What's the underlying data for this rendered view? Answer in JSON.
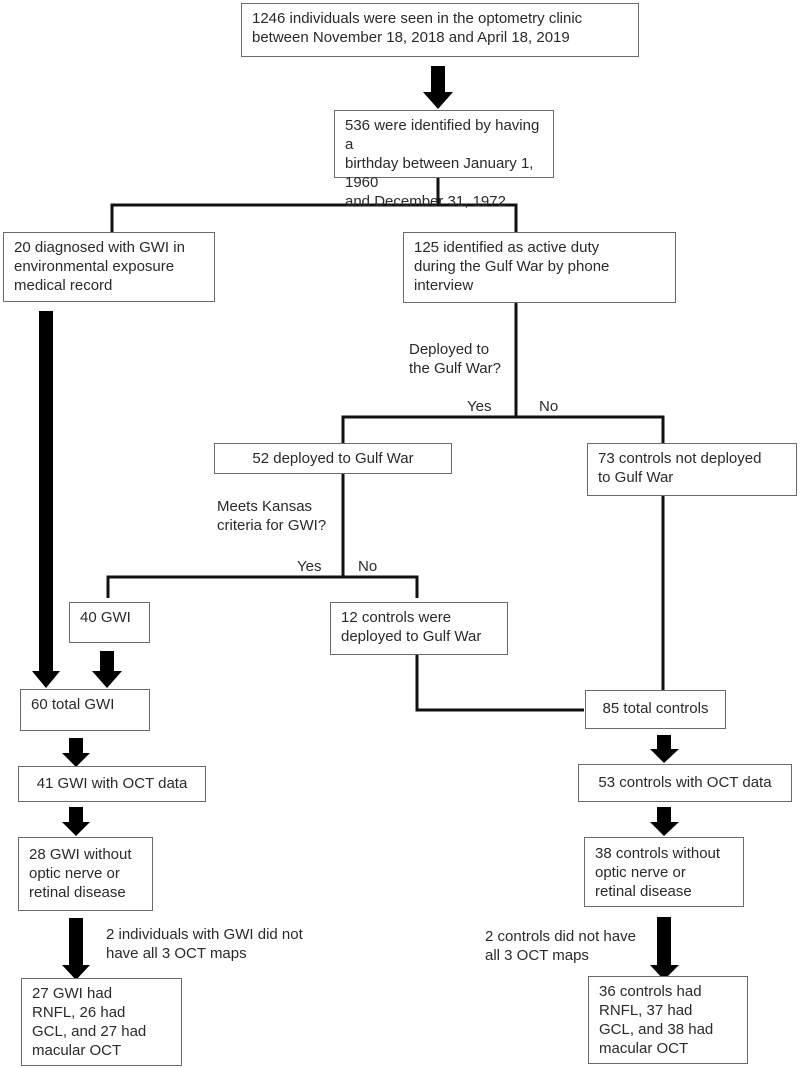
{
  "diagram": {
    "type": "flowchart",
    "nodes": {
      "clinic": "1246 individuals were seen in the optometry clinic\nbetween November 18, 2018 and April 18, 2019",
      "birthday": "536 were identified by having a\nbirthday between January 1, 1960\nand December 31, 1972",
      "gwi_record": "20 diagnosed with GWI in\nenvironmental exposure\nmedical record",
      "active_duty": "125 identified as active duty\nduring the Gulf War by phone\ninterview",
      "deployed": "52 deployed to Gulf War",
      "not_deployed": "73 controls not deployed\nto Gulf War",
      "gwi_40": "40 GWI",
      "controls_12": "12 controls were\ndeployed to Gulf War",
      "total_gwi": "60 total GWI",
      "total_controls": "85 total controls",
      "gwi_oct": "41 GWI with OCT data",
      "controls_oct": "53 controls with OCT data",
      "gwi_no_disease": "28 GWI without\noptic nerve or\nretinal disease",
      "controls_no_disease": "38 controls without\noptic nerve or\nretinal disease",
      "gwi_final": "27 GWI had\nRNFL, 26 had\nGCL, and 27 had\nmacular OCT",
      "controls_final": "36 controls had\nRNFL, 37 had\nGCL, and 38 had\nmacular OCT"
    },
    "decisions": {
      "deployed_q": "Deployed to\nthe Gulf War?",
      "kansas_q": "Meets Kansas\ncriteria for GWI?",
      "yes": "Yes",
      "no": "No"
    },
    "notes": {
      "gwi_missing": "2 individuals with GWI did not\nhave all 3 OCT maps",
      "controls_missing": "2 controls did not have\nall 3 OCT maps"
    },
    "colors": {
      "line": "#111111",
      "border": "#6b6b6b",
      "text": "#2a2a2a"
    }
  }
}
